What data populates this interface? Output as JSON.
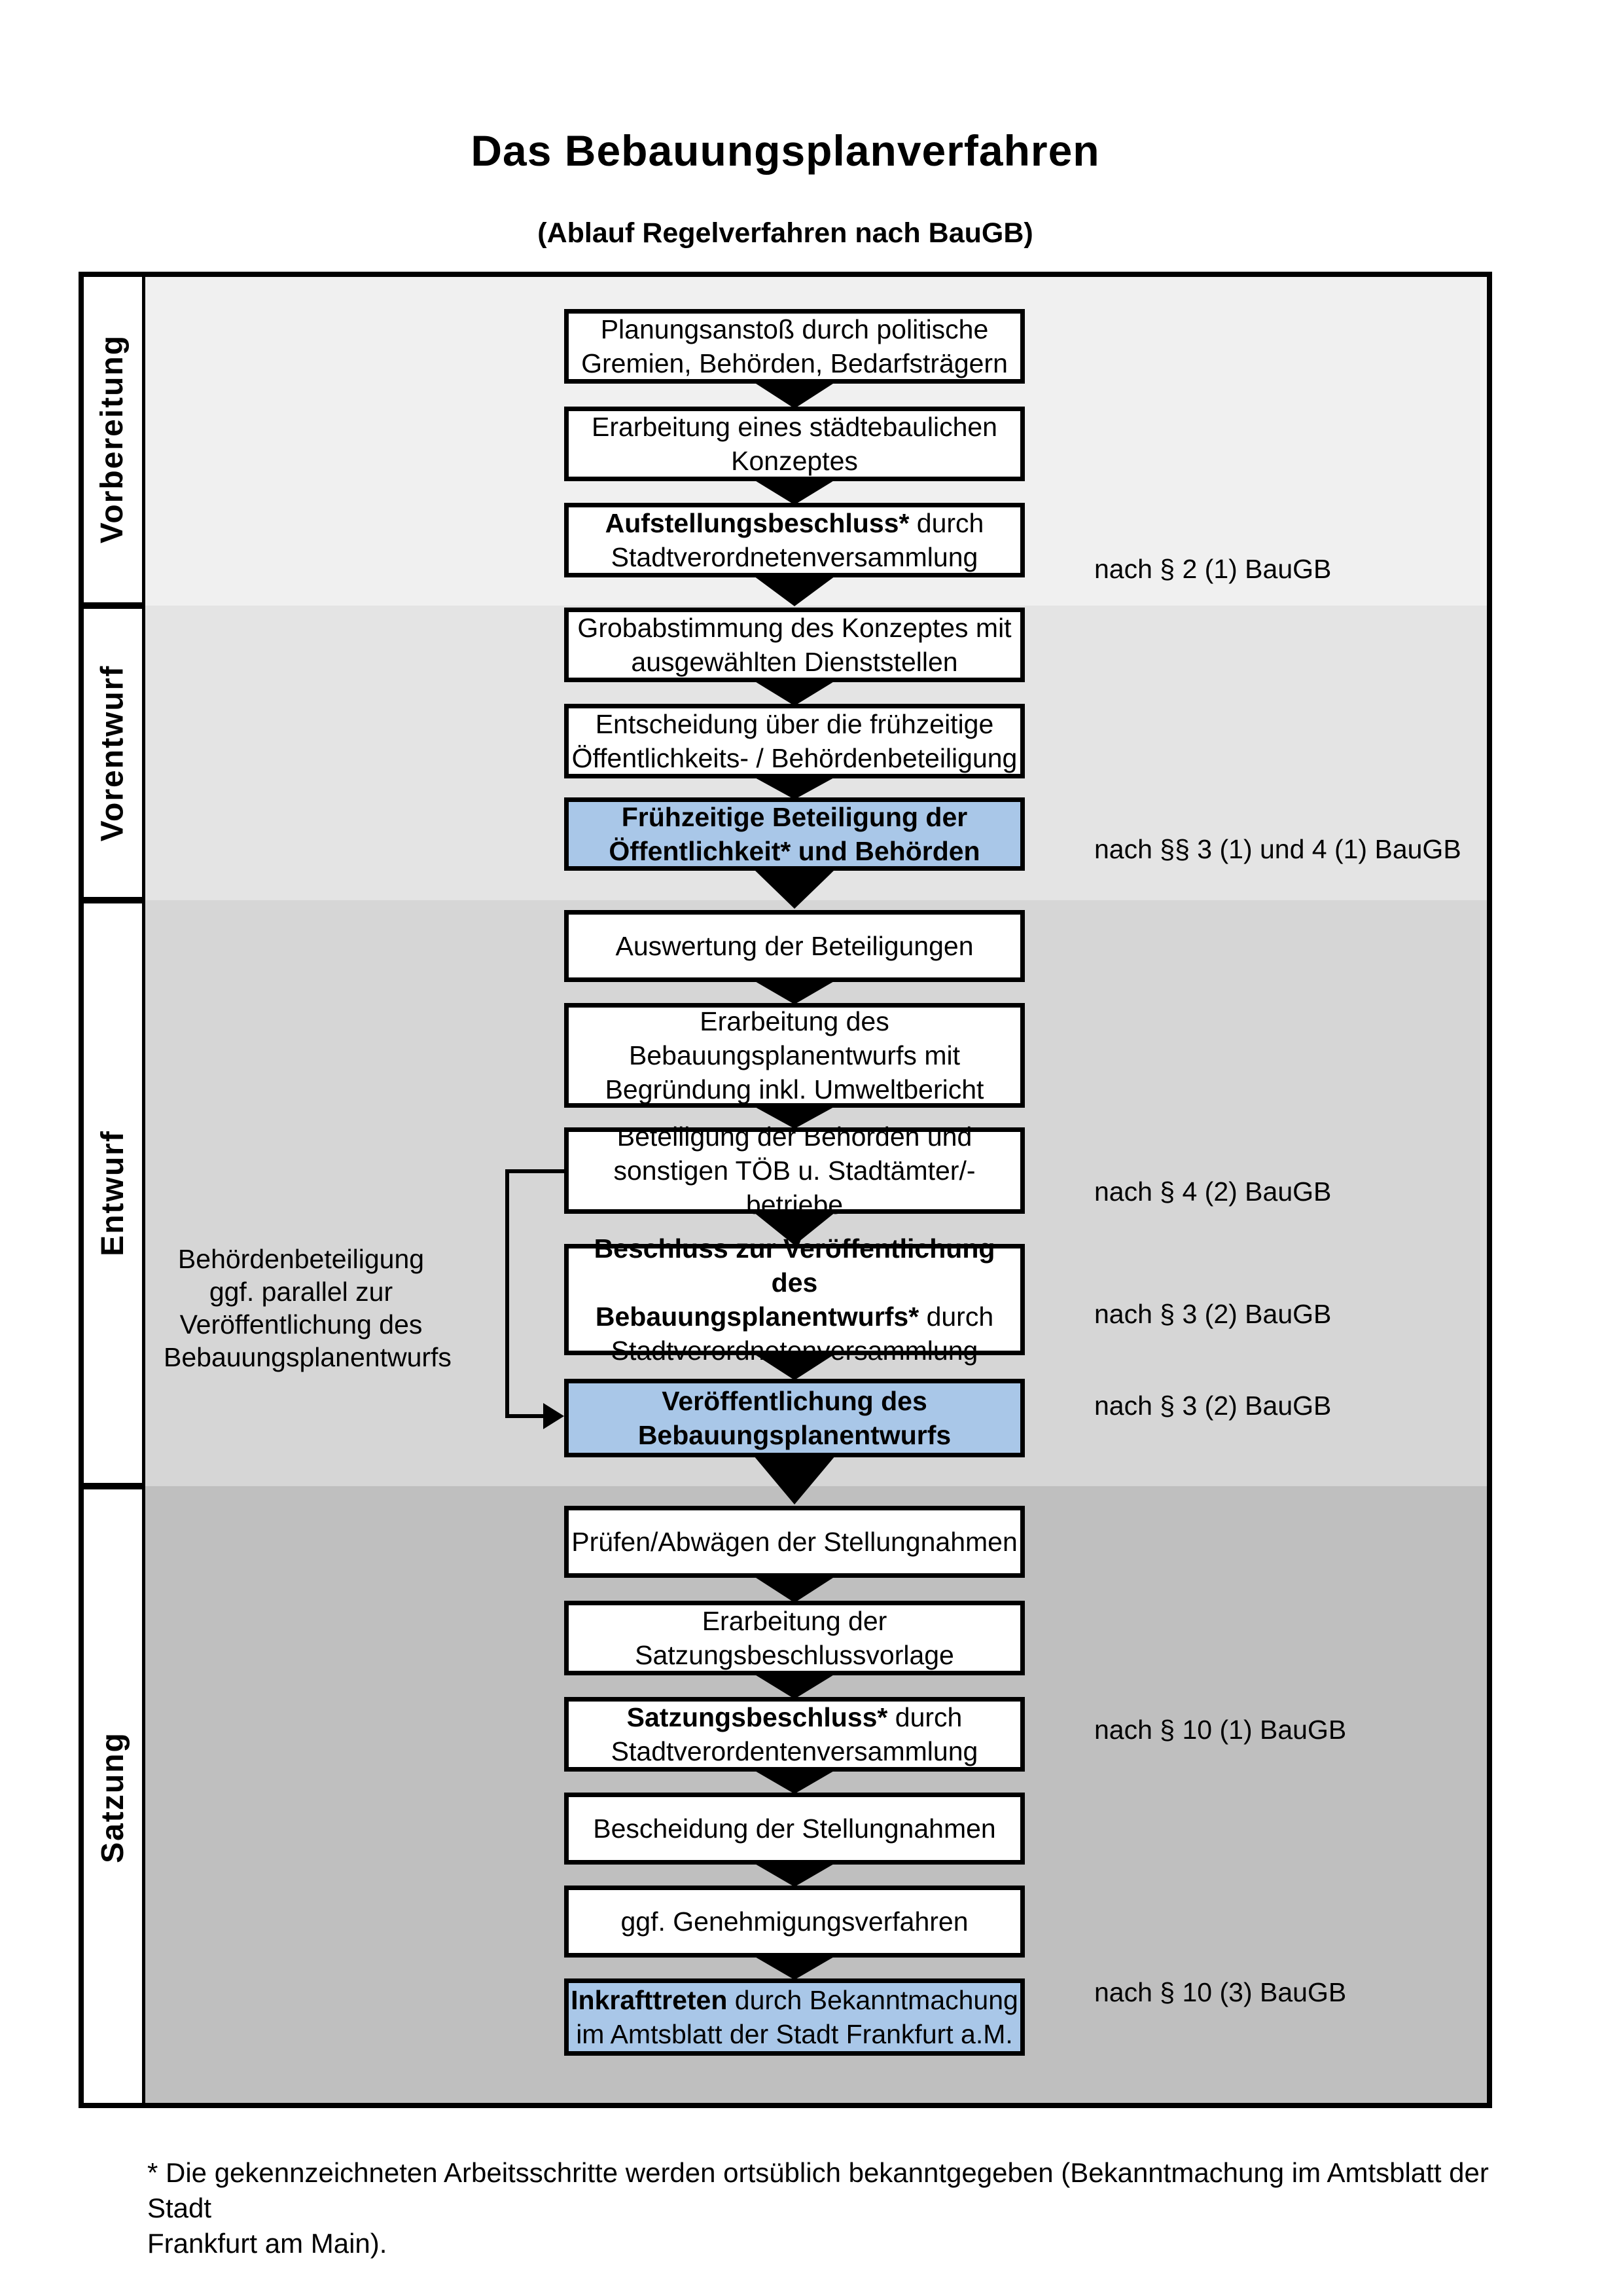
{
  "title": "Das Bebauungsplanverfahren",
  "subtitle": "(Ablauf Regelverfahren nach BauGB)",
  "colors": {
    "highlight_blue": "#a9c7e8",
    "stage_backgrounds": [
      "#f0f0f0",
      "#e4e4e4",
      "#d6d6d6",
      "#bfbfbf"
    ],
    "box_border": "#000000"
  },
  "stages": [
    {
      "id": "vorbereitung",
      "label": "Vorbereitung"
    },
    {
      "id": "vorentwurf",
      "label": "Vorentwurf"
    },
    {
      "id": "entwurf",
      "label": "Entwurf"
    },
    {
      "id": "satzung",
      "label": "Satzung"
    }
  ],
  "boxes": [
    {
      "id": "planungsanstoss",
      "highlighted": false,
      "lines": [
        [
          {
            "t": "Planungsanstoß durch politische",
            "b": false
          }
        ],
        [
          {
            "t": "Gremien, Behörden, Bedarfsträgern",
            "b": false
          }
        ]
      ]
    },
    {
      "id": "staedtebauliches-konzept",
      "highlighted": false,
      "lines": [
        [
          {
            "t": "Erarbeitung eines städtebaulichen",
            "b": false
          }
        ],
        [
          {
            "t": "Konzeptes",
            "b": false
          }
        ]
      ]
    },
    {
      "id": "aufstellungsbeschluss",
      "highlighted": false,
      "lines": [
        [
          {
            "t": "Aufstellungsbeschluss*",
            "b": true
          },
          {
            "t": " durch",
            "b": false
          }
        ],
        [
          {
            "t": "Stadtverordnetenversammlung",
            "b": false
          }
        ]
      ]
    },
    {
      "id": "grobabstimmung",
      "highlighted": false,
      "lines": [
        [
          {
            "t": "Grobabstimmung des Konzeptes mit",
            "b": false
          }
        ],
        [
          {
            "t": "ausgewählten Dienststellen",
            "b": false
          }
        ]
      ]
    },
    {
      "id": "entscheidung-beteiligung",
      "highlighted": false,
      "lines": [
        [
          {
            "t": "Entscheidung über die frühzeitige",
            "b": false
          }
        ],
        [
          {
            "t": "Öffentlichkeits- / Behördenbeteiligung",
            "b": false
          }
        ]
      ]
    },
    {
      "id": "fruehzeitige-beteiligung",
      "highlighted": true,
      "lines": [
        [
          {
            "t": "Frühzeitige Beteiligung der",
            "b": true
          }
        ],
        [
          {
            "t": "Öffentlichkeit* und Behörden",
            "b": true
          }
        ]
      ]
    },
    {
      "id": "auswertung",
      "highlighted": false,
      "lines": [
        [
          {
            "t": "Auswertung der Beteiligungen",
            "b": false
          }
        ]
      ]
    },
    {
      "id": "erarbeitung-entwurf",
      "highlighted": false,
      "lines": [
        [
          {
            "t": "Erarbeitung des",
            "b": false
          }
        ],
        [
          {
            "t": "Bebauungsplanentwurfs mit",
            "b": false
          }
        ],
        [
          {
            "t": "Begründung inkl. Umweltbericht",
            "b": false
          }
        ]
      ]
    },
    {
      "id": "beteiligung-behoerden",
      "highlighted": false,
      "lines": [
        [
          {
            "t": "Beteiligung der Behörden und",
            "b": false
          }
        ],
        [
          {
            "t": "sonstigen TÖB u. Stadtämter/-betriebe",
            "b": false
          }
        ]
      ]
    },
    {
      "id": "beschluss-veroeffentlichung",
      "highlighted": false,
      "lines": [
        [
          {
            "t": "Beschluss zur Veröffentlichung des",
            "b": true
          }
        ],
        [
          {
            "t": "Bebauungsplanentwurfs*",
            "b": true
          },
          {
            "t": " durch",
            "b": false
          }
        ],
        [
          {
            "t": "Stadtverordnetenversammlung",
            "b": false
          }
        ]
      ]
    },
    {
      "id": "veroeffentlichung-entwurf",
      "highlighted": true,
      "lines": [
        [
          {
            "t": "Veröffentlichung des",
            "b": true
          }
        ],
        [
          {
            "t": "Bebauungsplanentwurfs",
            "b": true
          }
        ]
      ]
    },
    {
      "id": "pruefen-abwaegen",
      "highlighted": false,
      "lines": [
        [
          {
            "t": "Prüfen/Abwägen der Stellungnahmen",
            "b": false
          }
        ]
      ]
    },
    {
      "id": "satzungsbeschlussvorlage",
      "highlighted": false,
      "lines": [
        [
          {
            "t": "Erarbeitung der",
            "b": false
          }
        ],
        [
          {
            "t": "Satzungsbeschlussvorlage",
            "b": false
          }
        ]
      ]
    },
    {
      "id": "satzungsbeschluss",
      "highlighted": false,
      "lines": [
        [
          {
            "t": "Satzungsbeschluss*",
            "b": true
          },
          {
            "t": " durch",
            "b": false
          }
        ],
        [
          {
            "t": "Stadtverordentenversammlung",
            "b": false
          }
        ]
      ]
    },
    {
      "id": "bescheidung",
      "highlighted": false,
      "lines": [
        [
          {
            "t": "Bescheidung der Stellungnahmen",
            "b": false
          }
        ]
      ]
    },
    {
      "id": "genehmigungsverfahren",
      "highlighted": false,
      "lines": [
        [
          {
            "t": "ggf. Genehmigungsverfahren",
            "b": false
          }
        ]
      ]
    },
    {
      "id": "inkrafttreten",
      "highlighted": true,
      "lines": [
        [
          {
            "t": "Inkrafttreten",
            "b": true
          },
          {
            "t": " durch Bekanntmachung",
            "b": false
          }
        ],
        [
          {
            "t": "im Amtsblatt der Stadt Frankfurt a.M.",
            "b": false
          }
        ]
      ]
    }
  ],
  "annotations": [
    {
      "id": "a1",
      "text": "nach § 2 (1) BauGB"
    },
    {
      "id": "a2",
      "text": "nach §§ 3 (1) und 4 (1) BauGB"
    },
    {
      "id": "a3",
      "text": "nach § 4 (2) BauGB"
    },
    {
      "id": "a4",
      "text": "nach § 3 (2) BauGB"
    },
    {
      "id": "a5",
      "text": "nach § 3 (2) BauGB"
    },
    {
      "id": "a6",
      "text": "nach § 10 (1) BauGB"
    },
    {
      "id": "a7",
      "text": "nach § 10 (3) BauGB"
    }
  ],
  "side_note": {
    "lines": [
      "Behördenbeteiligung",
      "ggf. parallel zur",
      "Veröffentlichung des",
      "Bebauungsplanentwurfs"
    ]
  },
  "footnote": "* Die gekennzeichneten Arbeitsschritte werden ortsüblich bekanntgegeben (Bekanntmachung im Amtsblatt  der Stadt\nFrankfurt am Main)."
}
